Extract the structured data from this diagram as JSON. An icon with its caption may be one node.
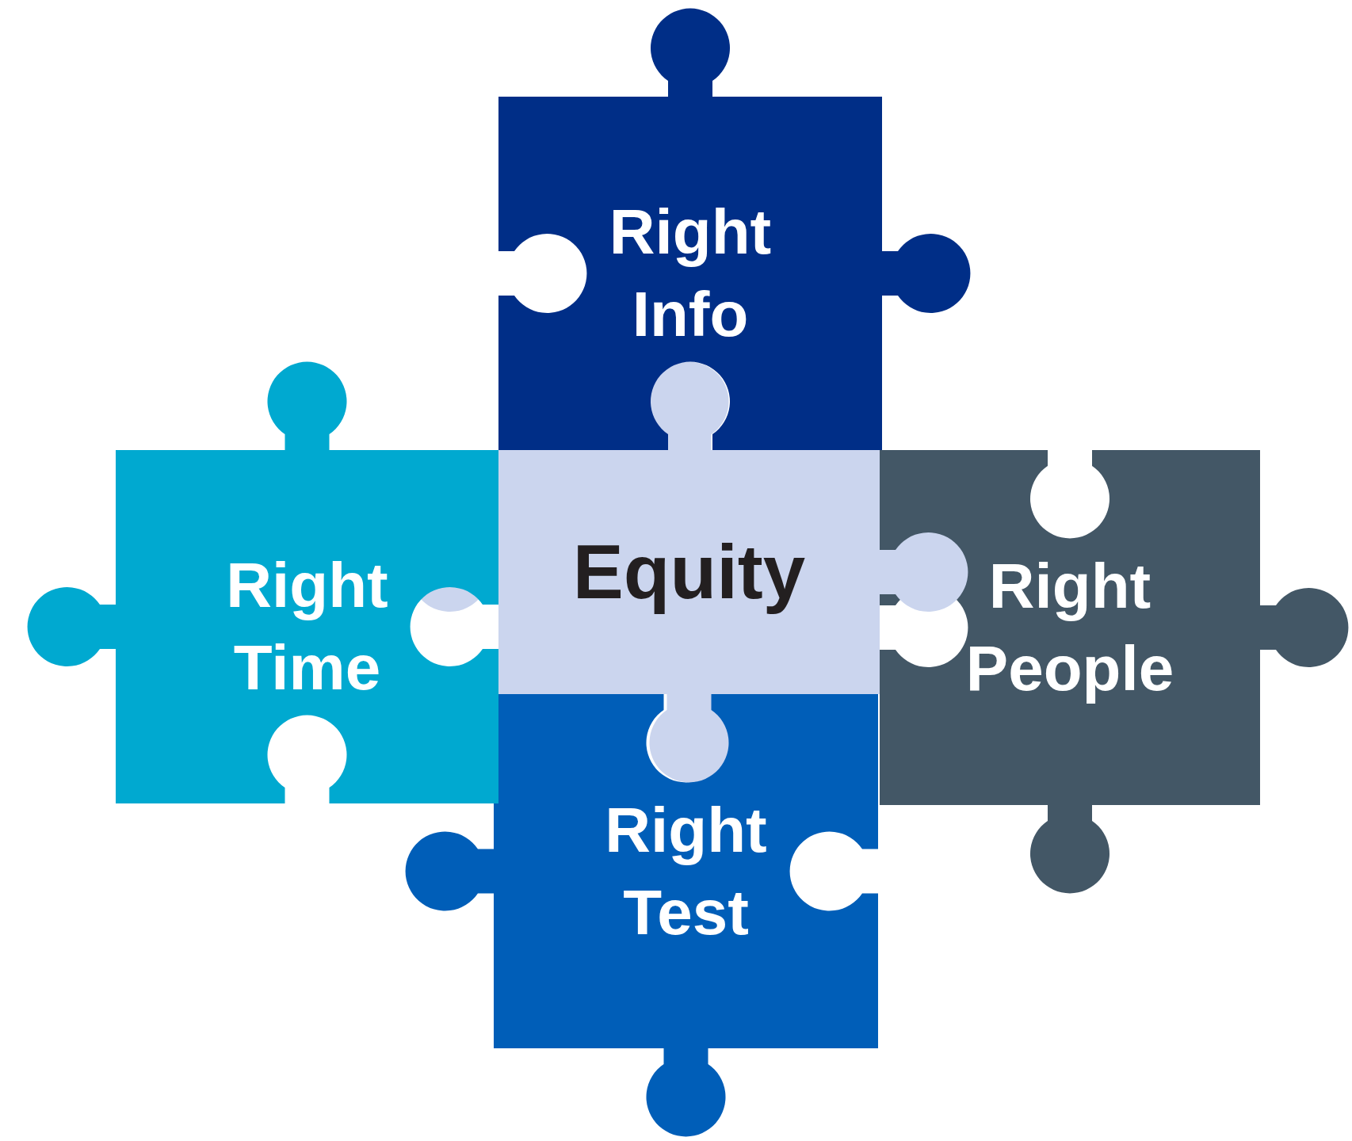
{
  "diagram": {
    "nodes": [
      {
        "text": [
          "Right Info"
        ]
      },
      {
        "text": [
          "Right Time"
        ]
      },
      {
        "text": [
          "Equity"
        ]
      },
      {
        "text": [
          "Right People"
        ]
      },
      {
        "text": [
          "Right Test"
        ]
      }
    ]
  }
}
